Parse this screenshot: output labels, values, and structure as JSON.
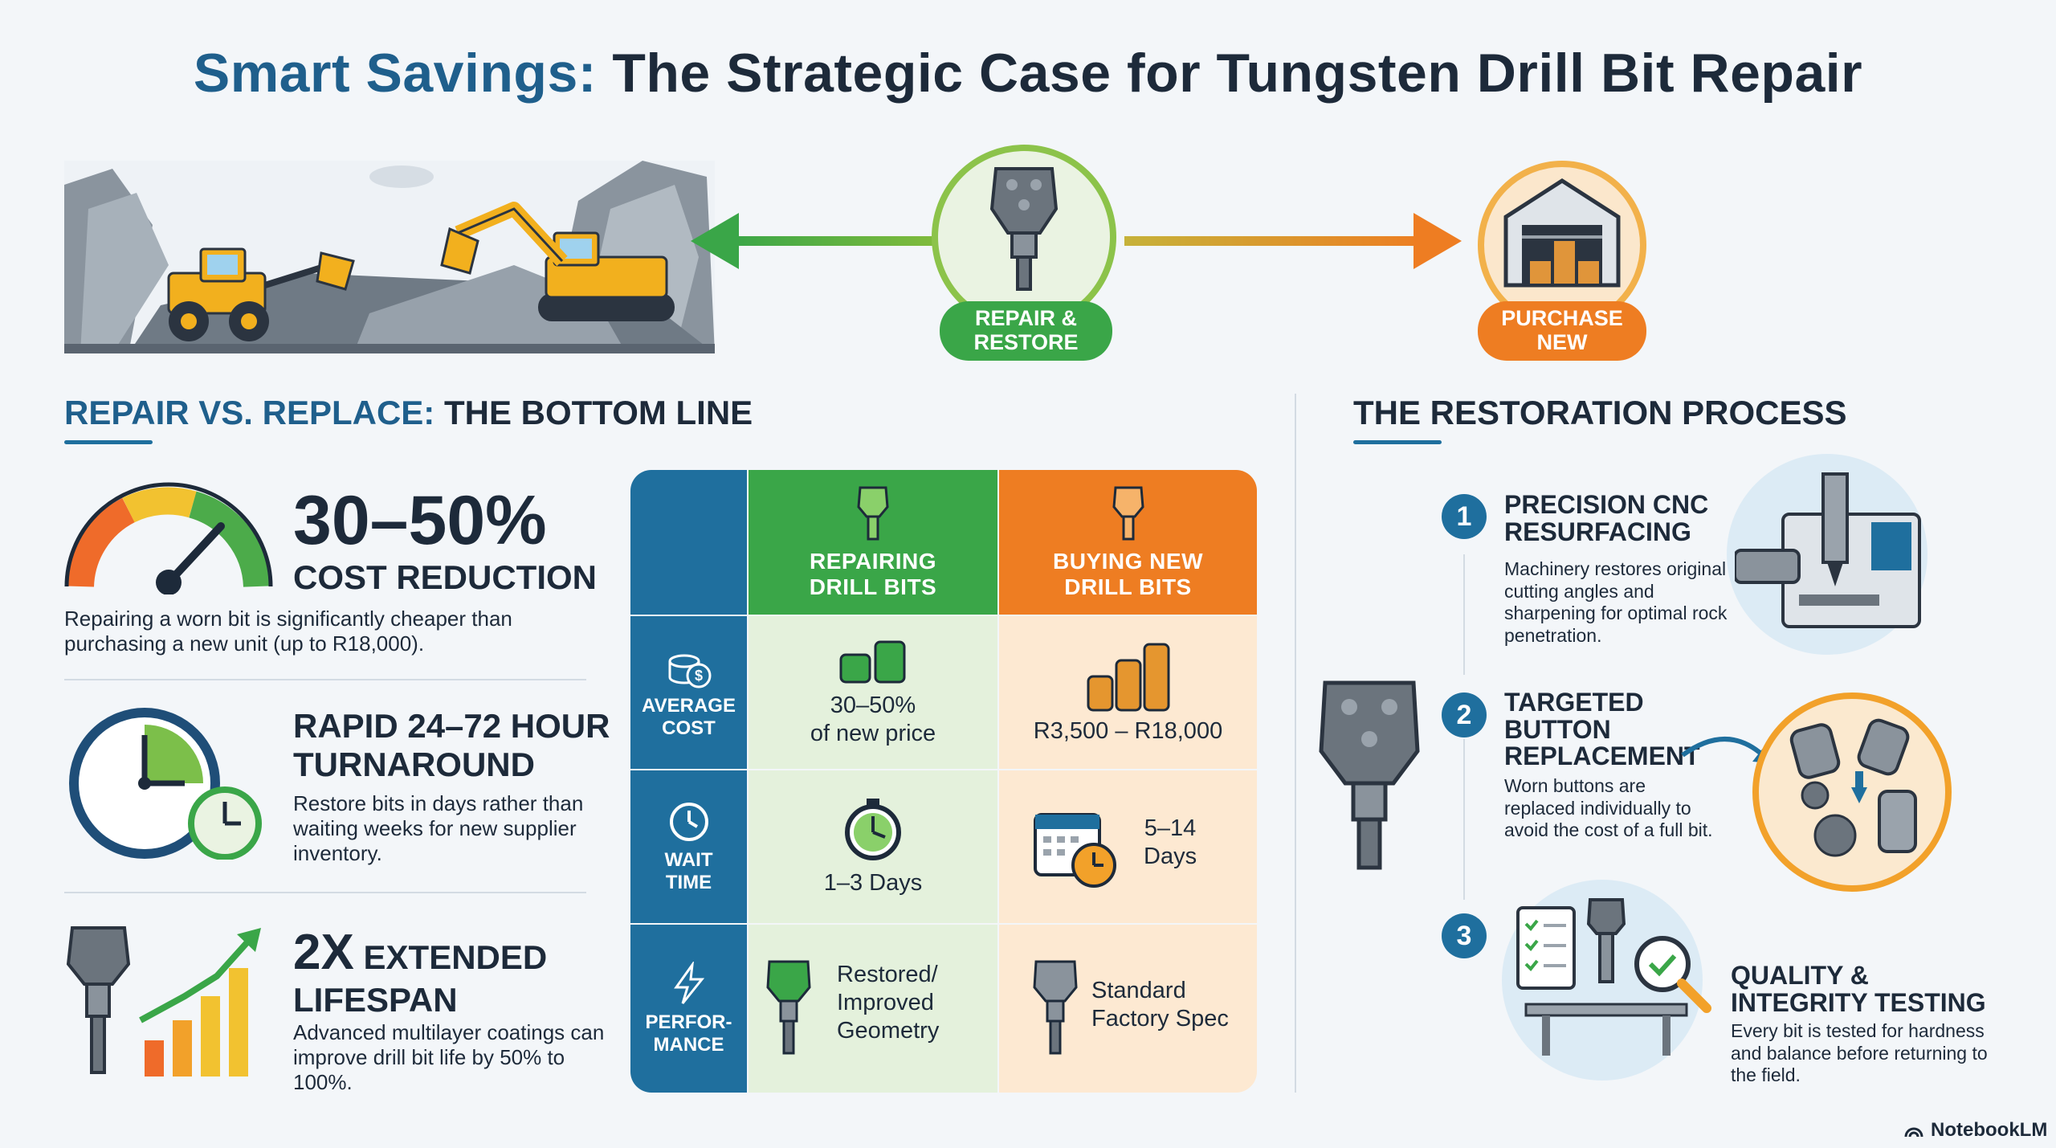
{
  "title": {
    "part1": "Smart Savings:",
    "part2": "The Strategic Case for Tungsten Drill Bit Repair"
  },
  "header": {
    "repair_badge": "REPAIR &\nRESTORE",
    "purchase_badge": "PURCHASE\nNEW"
  },
  "left_section": {
    "title_part1": "REPAIR VS. REPLACE:",
    "title_part2": "THE BOTTOM LINE",
    "stats": [
      {
        "big": "30–50%",
        "head": "COST REDUCTION",
        "body": "Repairing a worn bit is significantly cheaper than purchasing a new unit (up to R18,000)."
      },
      {
        "head": "RAPID 24–72 HOUR TURNAROUND",
        "body": "Restore bits in days rather than waiting weeks for new supplier inventory."
      },
      {
        "head_big": "2X",
        "head": "EXTENDED LIFESPAN",
        "body": "Advanced multilayer coatings can improve drill bit life by 50% to 100%."
      }
    ]
  },
  "table": {
    "col_repair": "REPAIRING\nDRILL BITS",
    "col_new": "BUYING NEW\nDRILL BITS",
    "rows": [
      {
        "label": "AVERAGE\nCOST",
        "repair": "30–50%\nof new price",
        "new": "R3,500 – R18,000"
      },
      {
        "label": "WAIT\nTIME",
        "repair": "1–3 Days",
        "new": "5–14\nDays"
      },
      {
        "label": "PERFOR-\nMANCE",
        "repair": "Restored/\nImproved\nGeometry",
        "new": "Standard\nFactory Spec"
      }
    ]
  },
  "right_section": {
    "title": "THE RESTORATION PROCESS",
    "steps": [
      {
        "num": "1",
        "head": "PRECISION CNC\nRESURFACING",
        "body": "Machinery restores original cutting angles and sharpening for optimal rock penetration."
      },
      {
        "num": "2",
        "head": "TARGETED\nBUTTON\nREPLACEMENT",
        "body": "Worn buttons are replaced individually to avoid the cost of a full bit."
      },
      {
        "num": "3",
        "head": "QUALITY &\nINTEGRITY TESTING",
        "body": "Every bit is tested for hardness and balance before returning to the field."
      }
    ]
  },
  "footer": {
    "brand": "NotebookLM"
  },
  "colors": {
    "blue": "#1f6f9e",
    "green": "#3aa648",
    "orange": "#ee7d22",
    "navy": "#1d2a3a"
  }
}
